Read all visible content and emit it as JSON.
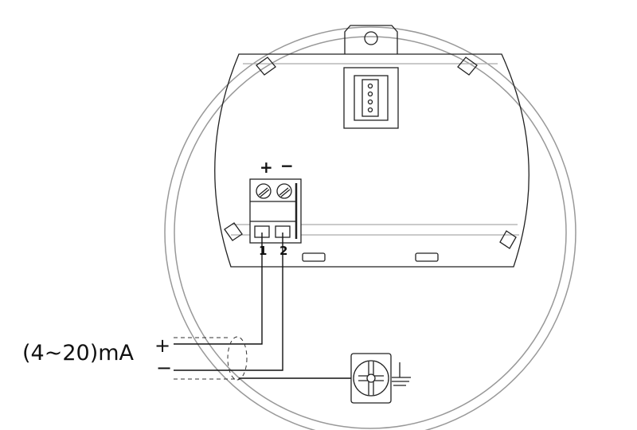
{
  "signal_label": "(4~20)mA",
  "plus_sign": "+",
  "minus_sign": "−",
  "terminal_plus": "+",
  "terminal_minus": "−",
  "terminal_1": "1",
  "terminal_2": "2"
}
